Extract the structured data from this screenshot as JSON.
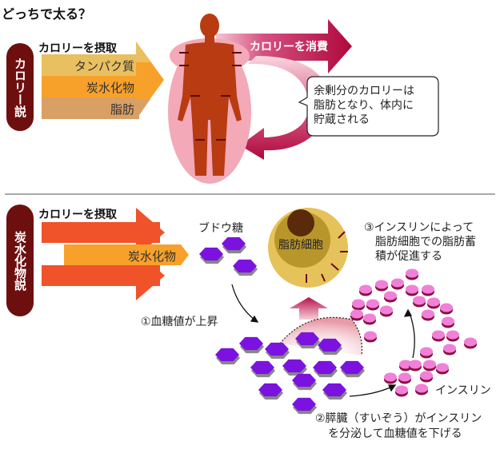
{
  "title": "どっちで太る？",
  "colors": {
    "pill": "#6e0f0f",
    "protein": "#e8c060",
    "carb": "#f7a12a",
    "fat": "#d9a066",
    "red_arrow": "#f0522a",
    "body": "#b83b12",
    "body_halo": "#f0a0b0",
    "consume_arrow": "#c0104a",
    "glucose": "#7b12e0",
    "insulin": "#f080d8",
    "fat_cell_outer": "#e6c25a",
    "fat_cell_inner": "#b8962c",
    "fat_cell_core": "#5a2a0a"
  },
  "calorie_theory": {
    "label": "カロリー説",
    "intake_label": "カロリーを摂取",
    "nutrients": [
      "タンパク質",
      "炭水化物",
      "脂肪"
    ],
    "consume_label": "カロリーを消費",
    "bubble_text": [
      "余剰分のカロリーは",
      "脂肪となり、体内に",
      "貯蔵される"
    ]
  },
  "carb_theory": {
    "label": "炭水化物説",
    "intake_label": "カロリーを摂取",
    "nutrient": "炭水化物",
    "glucose_label": "ブドウ糖",
    "fat_cell_label": "脂肪細胞",
    "step1": "①血糖値が上昇",
    "step2": [
      "②膵臓（すいぞう）がインスリン",
      "を分泌して血糖値を下げる"
    ],
    "step3": [
      "③インスリンによって",
      "脂肪細胞での脂肪蓄",
      "積が促進する"
    ],
    "insulin_label": "インスリン"
  }
}
